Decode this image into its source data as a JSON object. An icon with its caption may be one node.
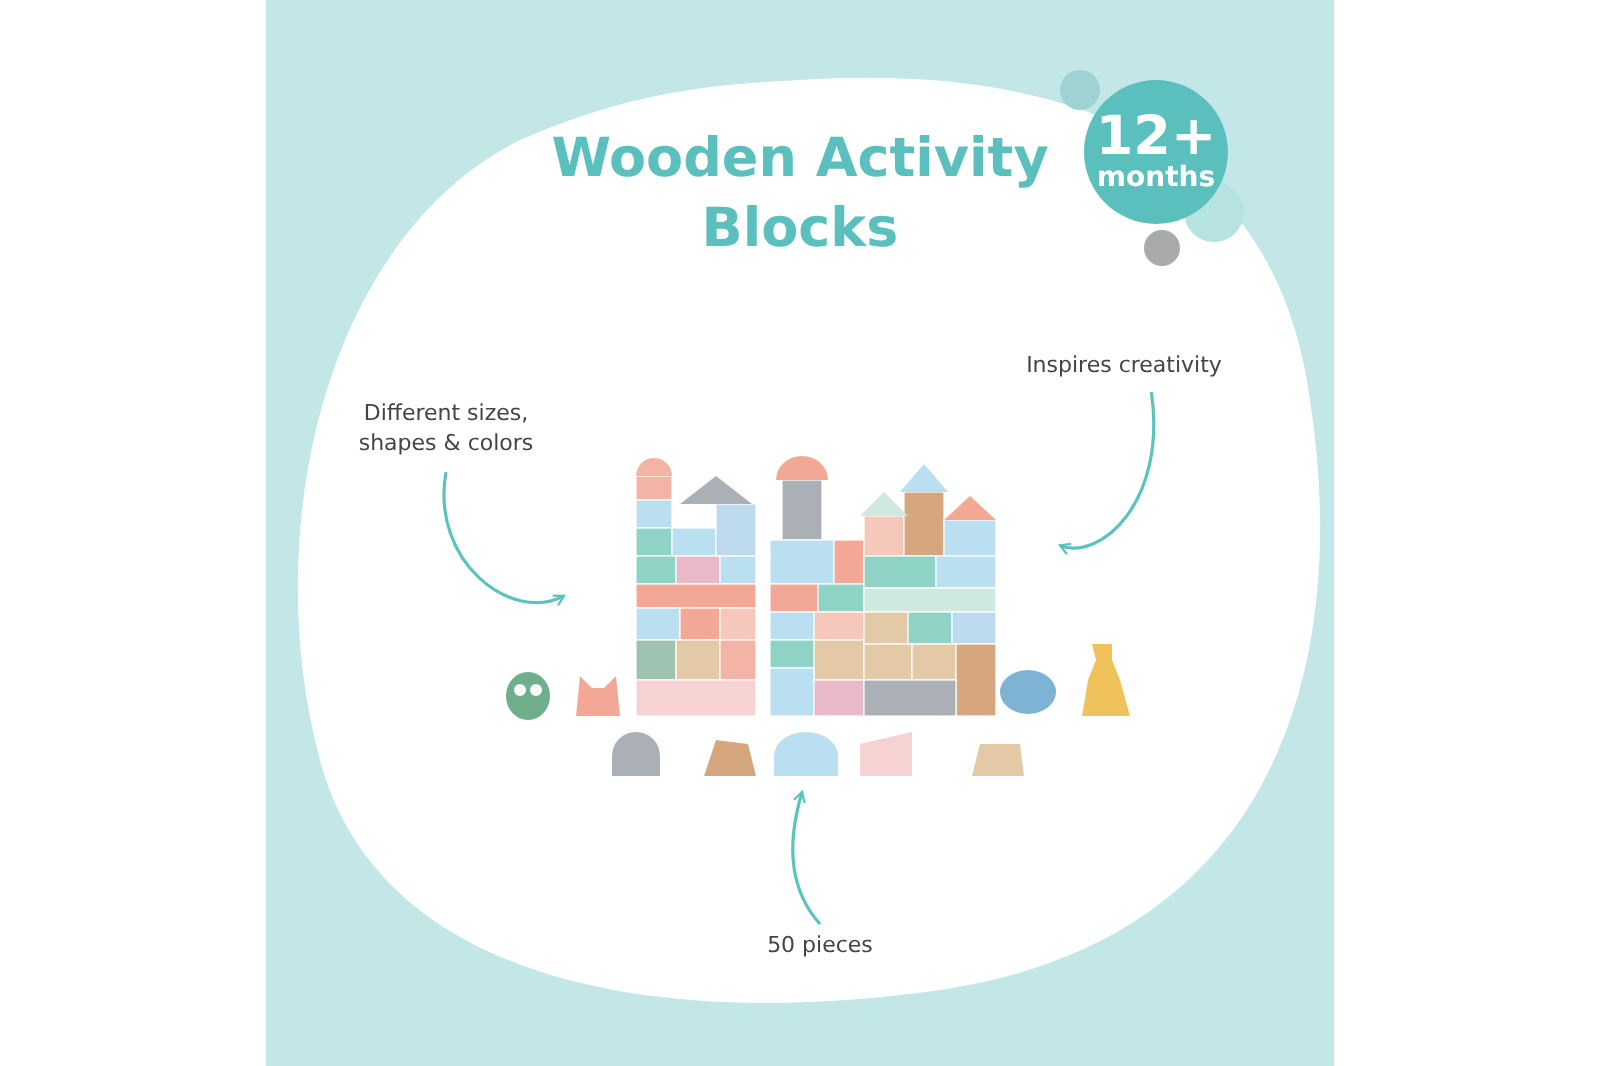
{
  "diagram": {
    "title": "Wooden Activity Blocks",
    "nodes": [
      {
        "text": [
          "12+",
          "months"
        ]
      },
      {
        "text": [
          "Different sizes, shapes & colors"
        ]
      },
      {
        "text": [
          "Inspires creativity"
        ]
      },
      {
        "text": [],
        "shape": "picture"
      },
      {
        "text": [
          "50 pieces"
        ]
      }
    ],
    "edges": [
      {
        "from": 1,
        "to": 3,
        "arrow": "to"
      },
      {
        "from": 2,
        "to": 3,
        "arrow": "to"
      },
      {
        "from": 4,
        "to": 3,
        "arrow": "to"
      }
    ]
  }
}
